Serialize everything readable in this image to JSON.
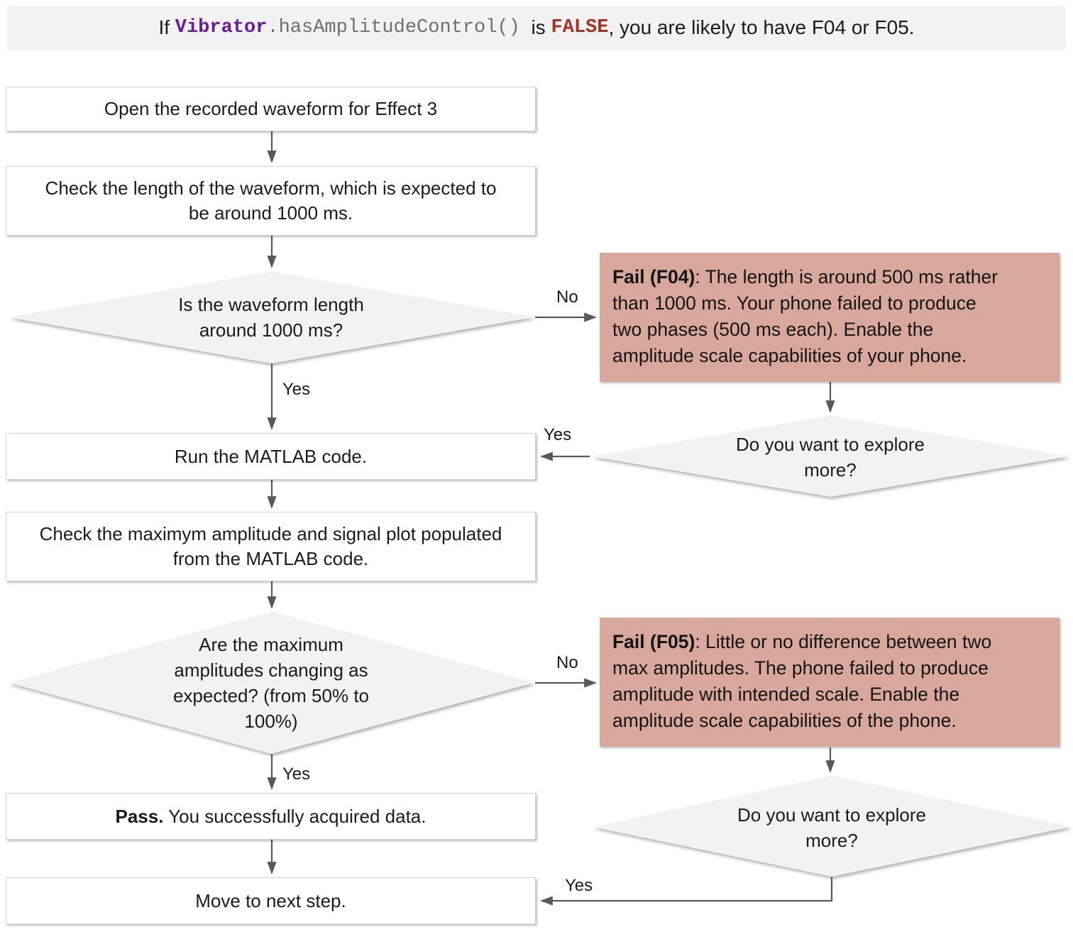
{
  "colors": {
    "banner_bg": "#f2f2f2",
    "decision_bg": "#f2f2f2",
    "fail_bg": "#d9a89d",
    "arrow": "#595959",
    "code_purple": "#6c1d96",
    "code_gray": "#6f6f6f",
    "false_red": "#a93226"
  },
  "banner": {
    "prefix": "If ",
    "code_class": "Vibrator",
    "code_method": ".hasAmplitudeControl()",
    "conjunction": "  is ",
    "false_token": "FALSE",
    "suffix": ", you are likely to have F04 or F05."
  },
  "nodes": {
    "open_waveform": "Open the recorded waveform for Effect 3",
    "check_length": "Check the length of the waveform, which is expected to be around 1000 ms.",
    "length_decision": "Is the waveform length around 1000 ms?",
    "run_matlab": "Run the MATLAB code.",
    "check_amplitude": "Check the maximym amplitude and signal plot populated from the MATLAB code.",
    "amplitude_decision": "Are the maximum amplitudes changing as expected? (from 50% to 100%)",
    "pass_title": "Pass.",
    "pass_rest": " You successfully acquired data.",
    "move_next": "Move to next step.",
    "explore_decision_1": "Do you want to explore more?",
    "explore_decision_2": "Do you want to explore more?",
    "fail_f04": {
      "title": "Fail (F04)",
      "line1_rest": ": The length is around 500 ms rather",
      "line2": "than 1000 ms. Your phone failed to produce",
      "line3": "two phases (500 ms each). Enable the",
      "line4": "amplitude scale capabilities of your phone."
    },
    "fail_f05": {
      "title": "Fail (F05)",
      "line1_rest": ": Little or no difference between two",
      "line2": "max amplitudes. The phone failed to produce",
      "line3": "amplitude with intended scale. Enable the",
      "line4": "amplitude scale capabilities of the phone."
    }
  },
  "edge_labels": {
    "length_yes": "Yes",
    "length_no": "No",
    "explore1_yes": "Yes",
    "amplitude_no": "No",
    "amplitude_yes": "Yes",
    "explore2_yes": "Yes"
  }
}
